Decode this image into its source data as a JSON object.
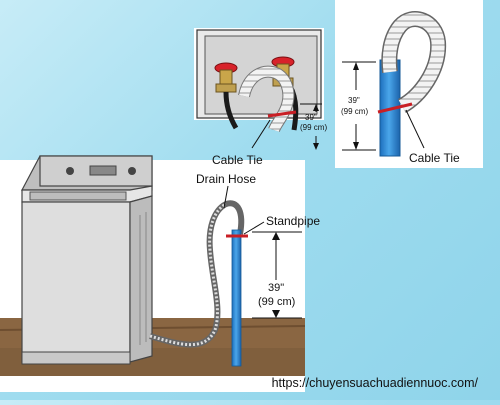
{
  "labels": {
    "cable_tie_left": "Cable Tie",
    "cable_tie_right": "Cable Tie",
    "drain_hose": "Drain Hose",
    "standpipe": "Standpipe",
    "dim_top_left_in": "39\"",
    "dim_top_left_cm": "(99 cm)",
    "dim_top_right_in": "39\"",
    "dim_top_right_cm": "(99 cm)",
    "dim_main_in": "39\"",
    "dim_main_cm": "(99 cm)"
  },
  "watermark": {
    "url": "https://chuyensuachuadiennuoc.com/"
  },
  "colors": {
    "background": "#a6dff0",
    "pipe_blue": "#2b86d6",
    "valve_red": "#d8222a",
    "cable_tie_red": "#c91f25",
    "washer_gray": "#d9d9d9",
    "floor_brown": "#7a5a3a"
  }
}
